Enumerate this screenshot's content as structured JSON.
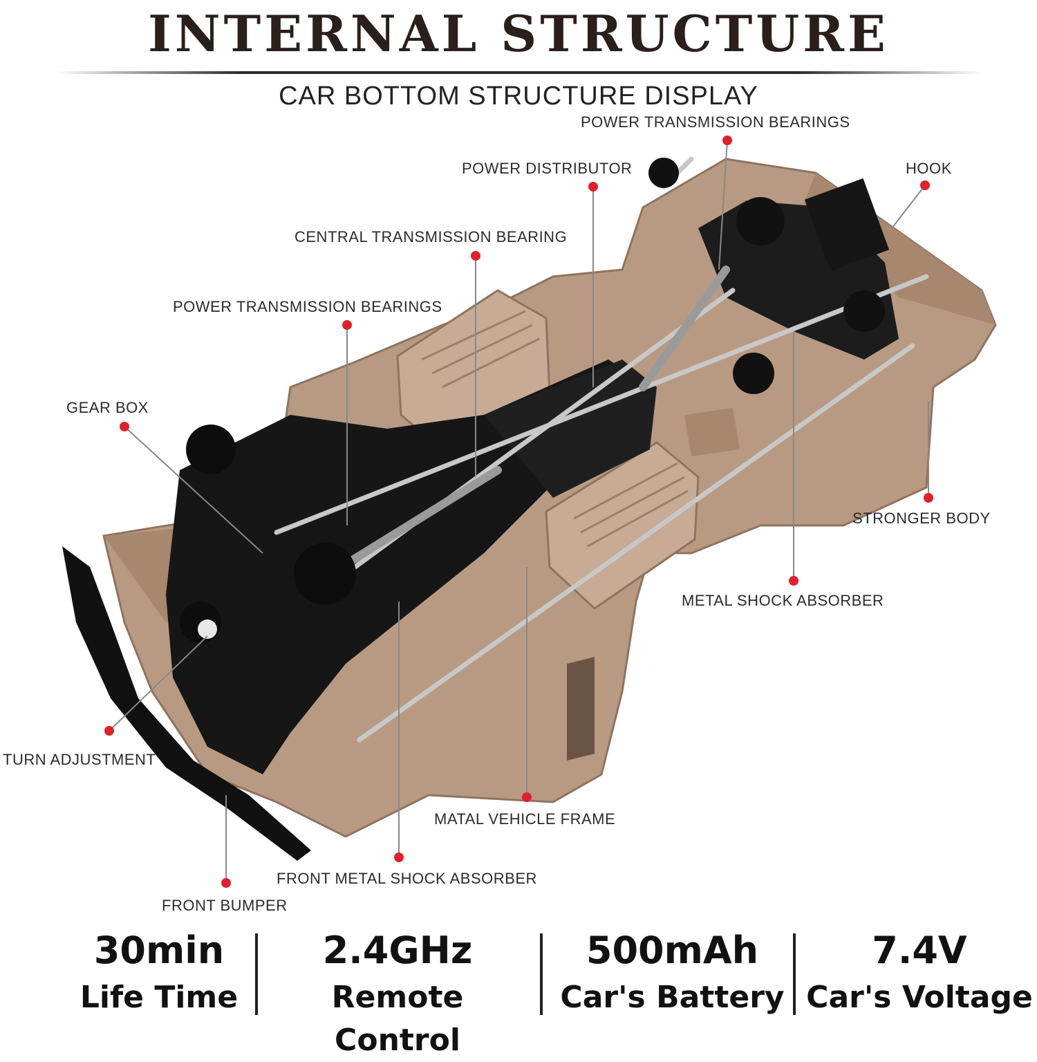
{
  "header": {
    "title": "INTERNAL STRUCTURE",
    "subtitle": "CAR BOTTOM STRUCTURE DISPLAY"
  },
  "labels": {
    "power_transmission_bearings_top": "POWER TRANSMISSION BEARINGS",
    "power_distributor": "POWER DISTRIBUTOR",
    "hook": "HOOK",
    "central_transmission_bearing": "CENTRAL TRANSMISSION BEARING",
    "power_transmission_bearings_left": "POWER TRANSMISSION BEARINGS",
    "gear_box": "GEAR BOX",
    "stronger_body": "STRONGER BODY",
    "metal_shock_absorber": "METAL SHOCK ABSORBER",
    "turn_adjustment": "TURN ADJUSTMENT",
    "matal_vehicle_frame": "MATAL VEHICLE FRAME",
    "front_metal_shock_absorber": "FRONT METAL SHOCK ABSORBER",
    "front_bumper": "FRONT BUMPER"
  },
  "stats": [
    {
      "value": "30min",
      "caption": "Life Time"
    },
    {
      "value": "2.4GHz",
      "caption": "Remote Control"
    },
    {
      "value": "500mAh",
      "caption": "Car's Battery"
    },
    {
      "value": "7.4V",
      "caption": "Car's Voltage"
    }
  ],
  "colors": {
    "body_tan": "#b89a82",
    "body_shadow": "#8f735f",
    "chassis_black": "#141414",
    "metal": "#c8c8c8",
    "marker_red": "#e0202a"
  }
}
